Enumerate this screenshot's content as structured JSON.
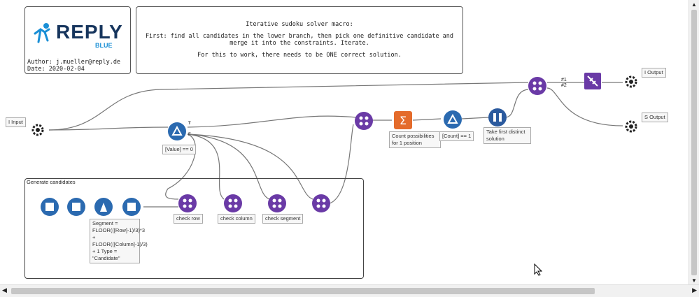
{
  "logo": {
    "brand": "REPLY",
    "sub": "BLUE"
  },
  "meta": {
    "author": "Author: j.mueller@reply.de",
    "date": "Date: 2020-02-04"
  },
  "description": {
    "title": "Iterative sudoku solver macro:",
    "line1": "First: find all candidates in the lower branch, then pick one definitive candidate and",
    "line2": "merge it into the constraints. Iterate.",
    "line3": "For this to work, there needs to be ONE correct solution."
  },
  "labels": {
    "i_input": "I Input",
    "i_output": "I Output",
    "s_output": "S Output",
    "filter1": "[Value] == 0",
    "count": "Count possibilities for 1 position",
    "filter2": "[Count] == 1",
    "take_first": "Take first distinct solution",
    "pin1": "#1",
    "pin2": "#2",
    "container": "Generate candidates",
    "formula": "Segment = FLOOR(([Row]-1)/3)*3 + FLOOR(([Column]-1)/3) + 1 Type = \"Candidate\"",
    "check_row": "check row",
    "check_column": "check column",
    "check_segment": "check segment"
  },
  "colors": {
    "tool_purple": "#6a3aa6",
    "tool_blue": "#2b6ab0",
    "tool_orange": "#e46b2b",
    "anchor_green": "#8bc34a"
  },
  "icons": [
    "macro-input-icon",
    "filter-icon",
    "join-icon",
    "summarize-icon",
    "unique-icon",
    "sample-icon",
    "macro-output-icon",
    "formula-icon",
    "generate-rows-icon"
  ]
}
